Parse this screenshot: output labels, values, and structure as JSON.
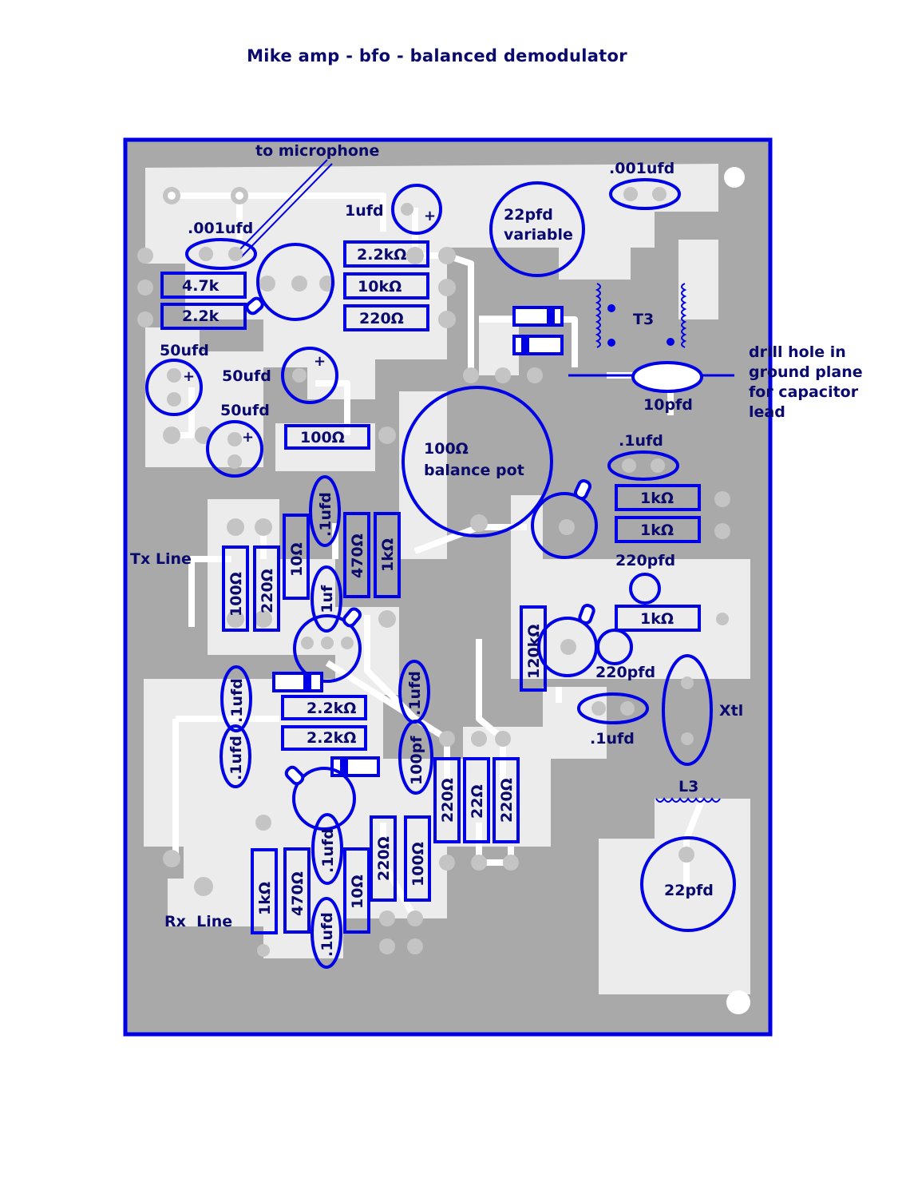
{
  "title": "Mike amp - bfo - balanced demodulator",
  "colors": {
    "ground_plane": "#a9a9a9",
    "copper_area": "#ececec",
    "component_outline": "#0000e6",
    "label_text": "#0a0a6e"
  },
  "notes": {
    "to_microphone": "to microphone",
    "drill_hole": [
      "drill hole in",
      "ground plane",
      "for capacitor",
      "lead"
    ],
    "tx_line": "Tx Line",
    "rx_line": "Rx  Line"
  },
  "parts": {
    "c_001ufd_top": ".001ufd",
    "c_001ufd_left": ".001ufd",
    "c_1ufd": "1ufd",
    "c_22pfd_var": [
      "22pfd",
      "variable"
    ],
    "r_2_2k_top": "2.2kΩ",
    "r_10k": "10kΩ",
    "r_220_top": "220Ω",
    "r_4_7k": "4.7k",
    "r_2_2k_left": "2.2k",
    "c_50ufd_1": "50ufd",
    "c_50ufd_2": "50ufd",
    "c_50ufd_3": "50ufd",
    "r_100_mid": "100Ω",
    "pot": [
      "100Ω",
      "balance pot"
    ],
    "t3": "T3",
    "c_10pfd": "10pfd",
    "c_1ufd_right": ".1ufd",
    "r_1k_a": "1kΩ",
    "r_1k_b": "1kΩ",
    "c_220pfd_a": "220pfd",
    "r_1k_c": "1kΩ",
    "c_220pfd_b": "220pfd",
    "r_120k": "120kΩ",
    "c_1ufd_lowright": ".1ufd",
    "xtl": "Xtl",
    "l3": "L3",
    "c_22pfd_bottom": "22pfd",
    "c_v_1ufd_a": ".1ufd",
    "r_v_10": "10Ω",
    "r_v_470a": "470Ω",
    "r_v_1ka": "1kΩ",
    "c_v_1uf": ".1uf",
    "r_v_100a": "100Ω",
    "r_v_220a": "220Ω",
    "c_v_1ufd_b": ".1ufd",
    "c_v_1ufd_c": ".1ufd",
    "r_2_2k_m1": "2.2kΩ",
    "r_2_2k_m2": "2.2kΩ",
    "c_v_1ufd_d": ".1ufd",
    "c_v_100pf": "100pf",
    "r_v_220b": "220Ω",
    "r_v_22": "22Ω",
    "r_v_220c": "220Ω",
    "c_v_1ufd_e": ".1ufd",
    "r_v_220d": "220Ω",
    "r_v_100b": "100Ω",
    "r_v_1kb": "1kΩ",
    "r_v_470b": "470Ω",
    "r_v_10b": "10Ω",
    "c_v_1ufd_f": ".1ufd"
  }
}
